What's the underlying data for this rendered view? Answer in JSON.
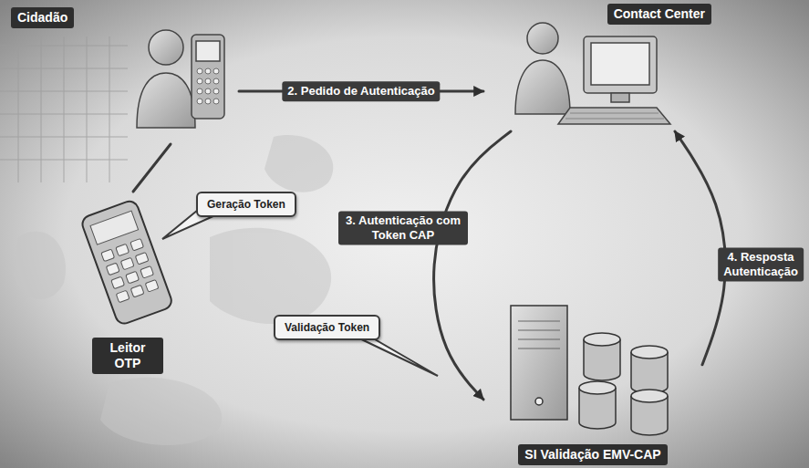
{
  "diagram": {
    "nodes": [
      {
        "text": [
          "Cidadão"
        ]
      },
      {
        "text": [
          "Contact Center"
        ]
      },
      {
        "text": [
          "Geração Token"
        ]
      },
      {
        "text": [
          "Leitor OTP"
        ]
      },
      {
        "text": [
          "Validação Token"
        ]
      },
      {
        "text": [
          "SI Validação EMV-CAP"
        ]
      }
    ],
    "edges": [
      {
        "from": 0,
        "to": 1,
        "arrow": "to",
        "label": "2. Pedido de Autenticação"
      },
      {
        "from": 1,
        "to": 5,
        "arrow": "to",
        "label": "3. Autenticação com Token CAP"
      },
      {
        "from": 5,
        "to": 1,
        "arrow": "to",
        "label": "4. Resposta Autenticação"
      },
      {
        "from": 0,
        "to": 3,
        "arrow": "none"
      }
    ]
  }
}
